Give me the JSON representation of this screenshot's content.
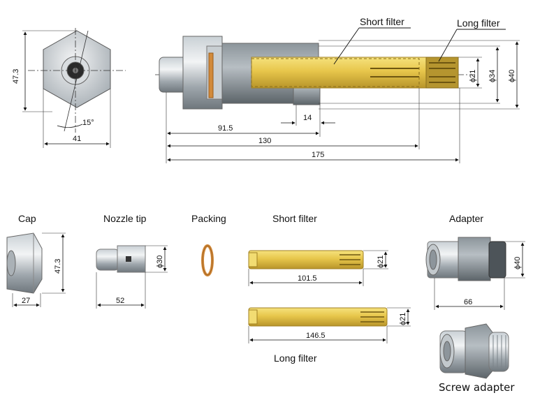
{
  "top_assembly": {
    "callouts": {
      "short_filter": "Short filter",
      "long_filter": "Long filter"
    },
    "dims": {
      "diameters": [
        "ϕ21",
        "ϕ34",
        "ϕ40"
      ],
      "lengths": [
        "14",
        "91.5",
        "130",
        "175"
      ]
    }
  },
  "end_view": {
    "dims": {
      "height": "47.3",
      "width": "41",
      "angle": "15°"
    }
  },
  "parts": {
    "cap": {
      "label": "Cap",
      "dim_h": "47.3",
      "dim_w": "27"
    },
    "nozzle_tip": {
      "label": "Nozzle tip",
      "dim_d": "ϕ30",
      "dim_l": "52"
    },
    "packing": {
      "label": "Packing"
    },
    "short_filter": {
      "label": "Short filter",
      "dim_d": "ϕ21",
      "dim_l": "101.5"
    },
    "long_filter": {
      "label": "Long filter",
      "dim_d": "ϕ21",
      "dim_l": "146.5"
    },
    "adapter": {
      "label": "Adapter",
      "dim_d": "ϕ40",
      "dim_l": "66"
    },
    "screw_adapter": {
      "label": "Screw adapter"
    }
  },
  "colors": {
    "brass": "#e2c24a",
    "brass_dark": "#b9972a",
    "steel": "#9aa3aa",
    "steel_dark": "#5f676d",
    "copper": "#d28a3a"
  }
}
